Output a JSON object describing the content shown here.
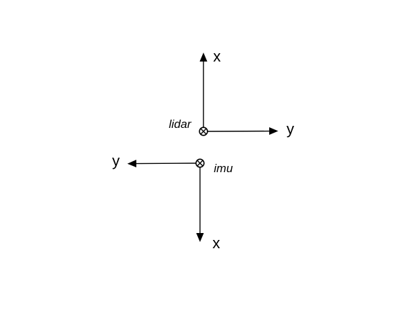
{
  "frames": {
    "lidar": {
      "label": "lidar",
      "x_axis_label": "x",
      "y_axis_label": "y",
      "z_axis_symbol": "into-page"
    },
    "imu": {
      "label": "imu",
      "x_axis_label": "x",
      "y_axis_label": "y",
      "z_axis_symbol": "into-page"
    }
  },
  "colors": {
    "stroke": "#000000",
    "background": "#ffffff"
  }
}
